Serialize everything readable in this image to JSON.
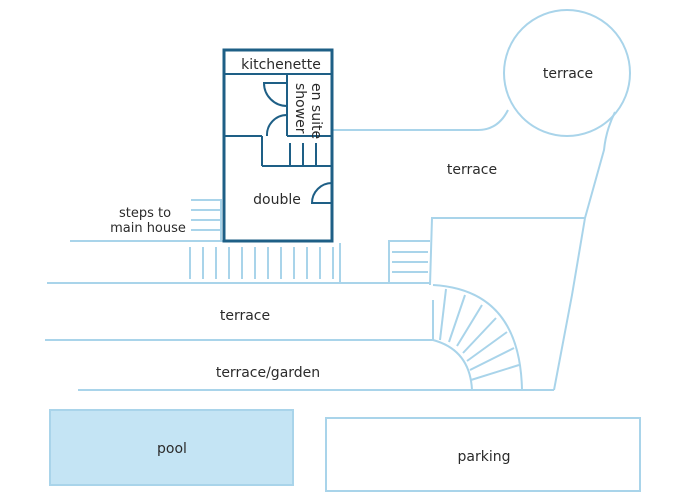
{
  "labels": {
    "kitchenette": "kitchenette",
    "en_suite_line1": "en suite",
    "en_suite_line2": "shower",
    "double": "double",
    "steps_line1": "steps to",
    "steps_line2": "main house",
    "terrace_circle": "terrace",
    "terrace_upper": "terrace",
    "terrace_middle": "terrace",
    "terrace_garden": "terrace/garden",
    "pool": "pool",
    "parking": "parking"
  },
  "colors": {
    "outline_light": "#a9d4ea",
    "outline_dark": "#1e5f86",
    "pool_fill": "#c4e4f4",
    "text": "#2b2b2b"
  }
}
